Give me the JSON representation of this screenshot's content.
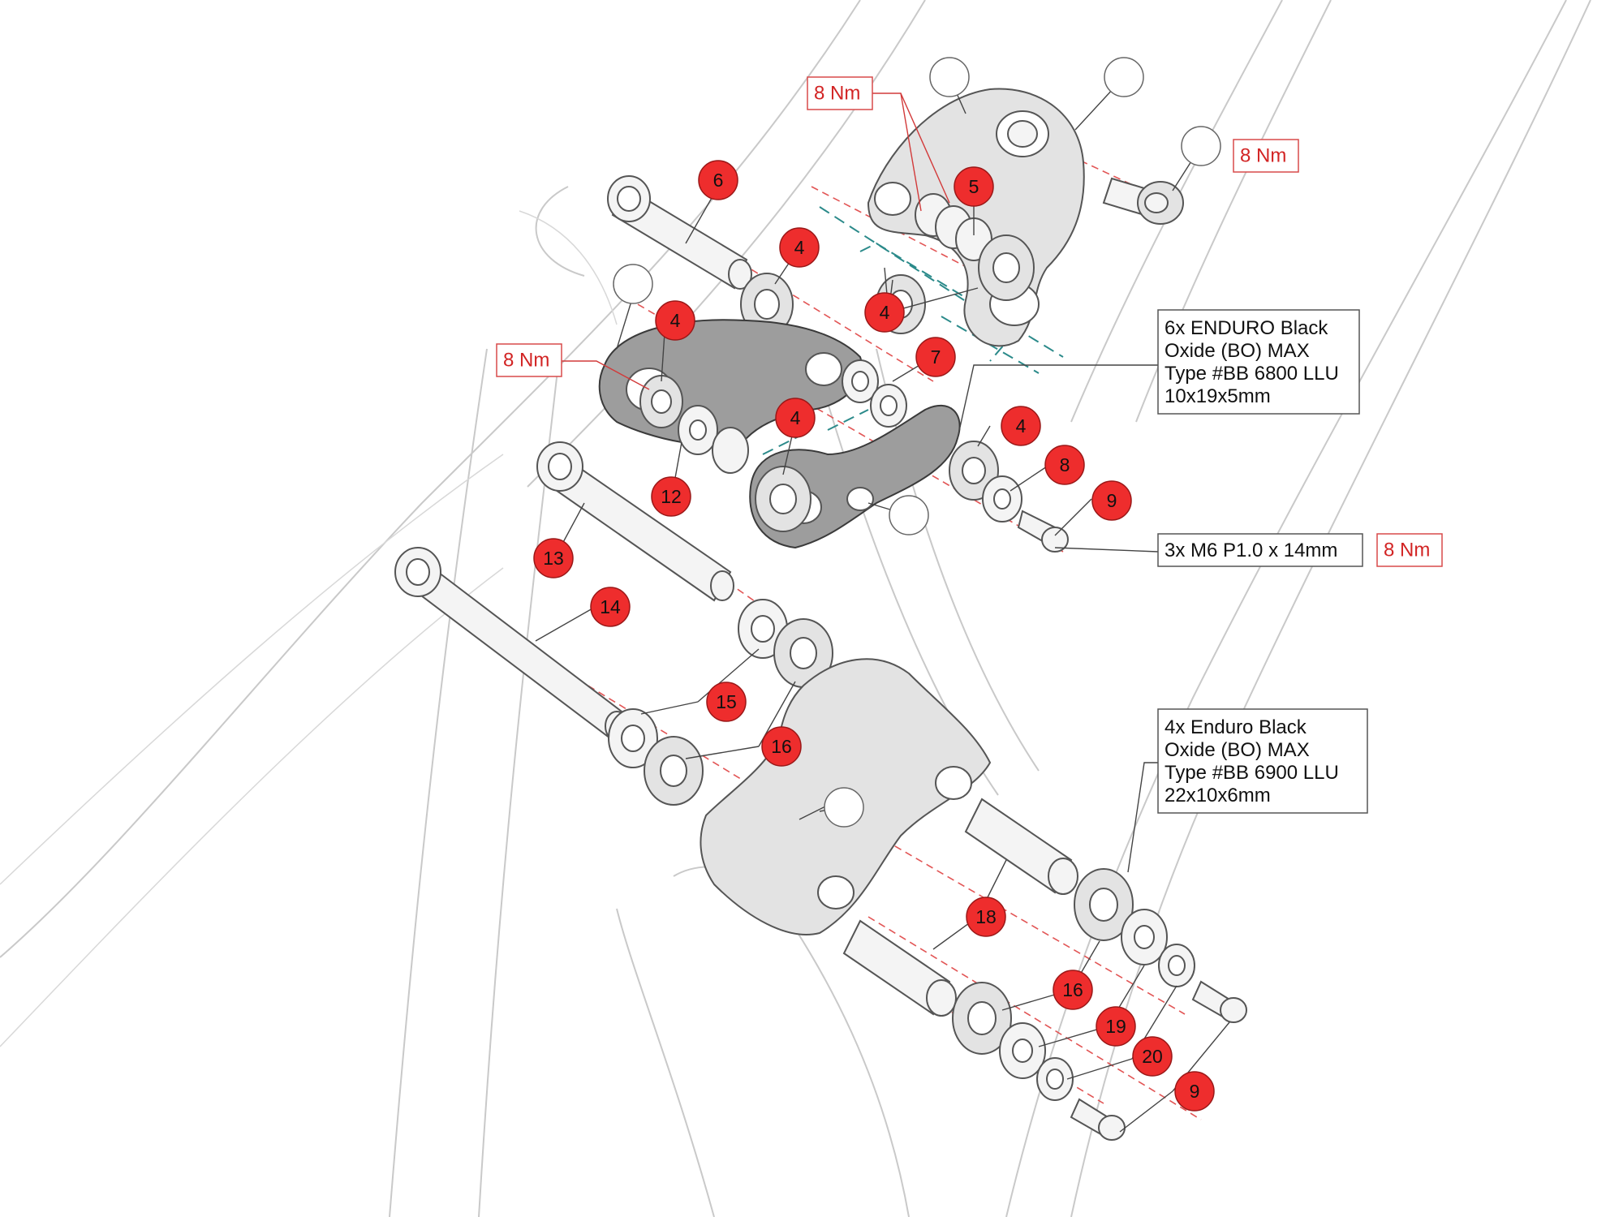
{
  "callouts": [
    {
      "id": "c6",
      "label": "6"
    },
    {
      "id": "c5",
      "label": "5"
    },
    {
      "id": "c4a",
      "label": "4"
    },
    {
      "id": "c4b",
      "label": "4"
    },
    {
      "id": "c4c",
      "label": "4"
    },
    {
      "id": "c4d",
      "label": "4"
    },
    {
      "id": "c4e",
      "label": "4"
    },
    {
      "id": "c7",
      "label": "7"
    },
    {
      "id": "c8",
      "label": "8"
    },
    {
      "id": "c9a",
      "label": "9"
    },
    {
      "id": "c12",
      "label": "12"
    },
    {
      "id": "c13",
      "label": "13"
    },
    {
      "id": "c14",
      "label": "14"
    },
    {
      "id": "c15",
      "label": "15"
    },
    {
      "id": "c16a",
      "label": "16"
    },
    {
      "id": "c18",
      "label": "18"
    },
    {
      "id": "c16b",
      "label": "16"
    },
    {
      "id": "c19",
      "label": "19"
    },
    {
      "id": "c20",
      "label": "20"
    },
    {
      "id": "c9b",
      "label": "9"
    }
  ],
  "torques": {
    "top": "8 Nm",
    "right": "8 Nm",
    "left": "8 Nm",
    "screws": "8 Nm"
  },
  "notes": {
    "bearings_upper": [
      "6x ENDURO Black",
      "Oxide (BO) MAX",
      "Type #BB 6800 LLU",
      "10x19x5mm"
    ],
    "screws": "3x M6 P1.0 x 14mm",
    "bearings_lower": [
      "4x Enduro Black",
      "Oxide (BO) MAX",
      "Type #BB 6900 LLU",
      "22x10x6mm"
    ]
  },
  "colors": {
    "callout_fill": "#ee2d2d",
    "torque_text": "#d22424",
    "guide_lines": "#2b8a8a"
  }
}
